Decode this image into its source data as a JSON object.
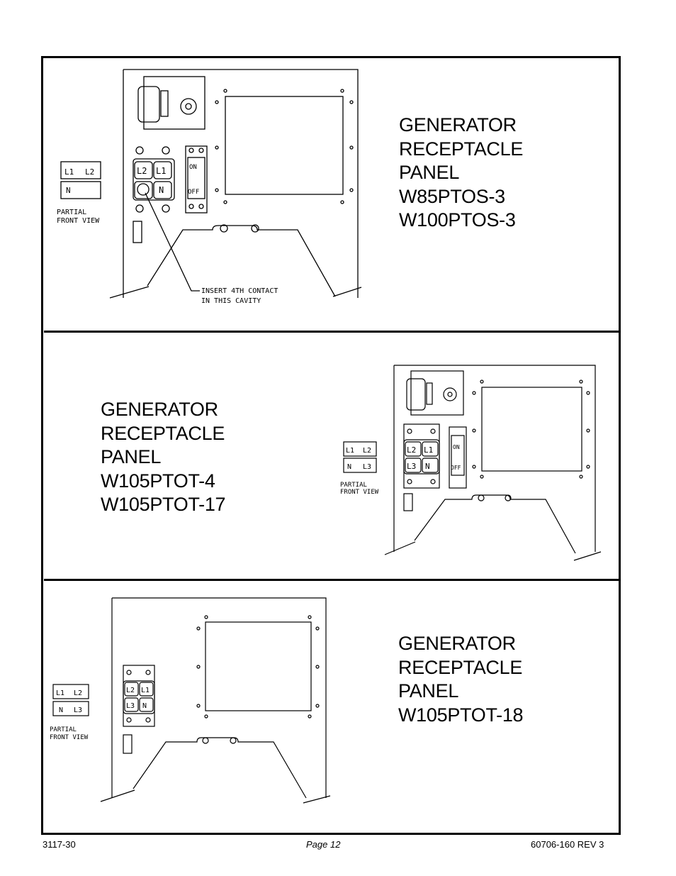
{
  "sections": [
    {
      "title_lines": [
        "GENERATOR",
        "RECEPTACLE",
        "PANEL",
        "W85PTOS-3",
        "W100PTOS-3"
      ],
      "partial_view": {
        "line1": "PARTIAL",
        "line2": "FRONT VIEW",
        "top_left": "L1",
        "top_right": "L2",
        "bottom_left": "N",
        "bottom_right": ""
      },
      "receptacle": {
        "top_left": "L2",
        "top_right": "L1",
        "bottom_right": "N"
      },
      "breaker": {
        "on": "ON",
        "off": "OFF"
      },
      "callout": {
        "line1": "INSERT 4TH CONTACT",
        "line2": "IN THIS CAVITY"
      }
    },
    {
      "title_lines": [
        "GENERATOR",
        "RECEPTACLE",
        "PANEL",
        "W105PTOT-4",
        "W105PTOT-17"
      ],
      "partial_view": {
        "line1": "PARTIAL",
        "line2": "FRONT VIEW",
        "top_left": "L1",
        "top_right": "L2",
        "bottom_left": "N",
        "bottom_right": "L3"
      },
      "receptacle": {
        "top_left": "L2",
        "top_right": "L1",
        "bottom_left": "L3",
        "bottom_right": "N"
      },
      "breaker": {
        "on": "ON",
        "off": "OFF"
      }
    },
    {
      "title_lines": [
        "GENERATOR",
        "RECEPTACLE",
        "PANEL",
        "W105PTOT-18"
      ],
      "partial_view": {
        "line1": "PARTIAL",
        "line2": "FRONT VIEW",
        "top_left": "L1",
        "top_right": "L2",
        "bottom_left": "N",
        "bottom_right": "L3"
      },
      "receptacle": {
        "top_left": "L2",
        "top_right": "L1",
        "bottom_left": "L3",
        "bottom_right": "N"
      }
    }
  ],
  "footer": {
    "left": "3117-30",
    "center": "Page 12",
    "right": "60706-160 REV 3"
  }
}
